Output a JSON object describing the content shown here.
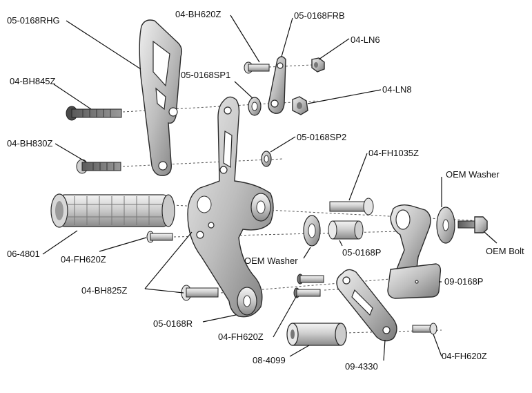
{
  "labels": {
    "rhg": "05-0168RHG",
    "bh620z": "04-BH620Z",
    "frb": "05-0168FRB",
    "ln6": "04-LN6",
    "sp1": "05-0168SP1",
    "ln8": "04-LN8",
    "bh845z": "04-BH845Z",
    "sp2": "05-0168SP2",
    "bh830z": "04-BH830Z",
    "fh1035z": "04-FH1035Z",
    "oem_washer_right": "OEM Washer",
    "peg": "06-4801",
    "fh620z_left": "04-FH620Z",
    "p0168": "05-0168P",
    "oem_bolt": "OEM Bolt",
    "oem_washer_mid": "OEM Washer",
    "bh825z": "04-BH825Z",
    "p09_0168": "09-0168P",
    "r0168": "05-0168R",
    "fh620z_mid": "04-FH620Z",
    "spacer": "08-4099",
    "link4330": "09-4330",
    "fh620z_right": "04-FH620Z"
  },
  "colors": {
    "metal_light": "#d9d9d9",
    "metal_mid": "#b3b3b3",
    "metal_dark": "#6e6e6e",
    "outline": "#2a2a2a",
    "text": "#111111"
  }
}
